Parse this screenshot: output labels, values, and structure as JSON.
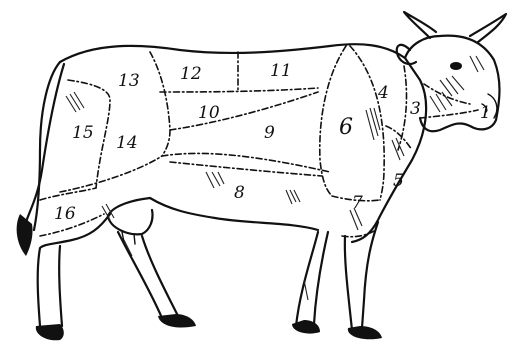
{
  "labels": {
    "l1": "1",
    "l3": "3",
    "l4": "4",
    "l5": "5",
    "l6": "6",
    "l7": "7",
    "l8": "8",
    "l9": "9",
    "l10": "10",
    "l11": "11",
    "l12": "12",
    "l13": "13",
    "l14": "14",
    "l15": "15",
    "l16": "16"
  }
}
